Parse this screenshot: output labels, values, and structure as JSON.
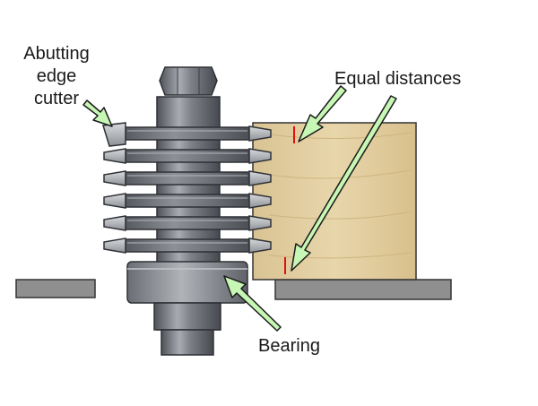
{
  "labels": {
    "cutter": [
      "Abutting",
      "edge",
      "cutter"
    ],
    "equal_distances": "Equal distances",
    "bearing": "Bearing"
  },
  "colors": {
    "arrow_fill": "#c6f7b4",
    "arrow_stroke": "#1a1a1a",
    "wood": "#e4d0a3",
    "wood_grain": "#c9ad78",
    "steel_dark": "#5f6268",
    "steel_light": "#9a9da3",
    "table": "#8f8f8f",
    "mark": "#e01010"
  },
  "icons": [
    "hex-nut-icon",
    "arrow-icon"
  ]
}
